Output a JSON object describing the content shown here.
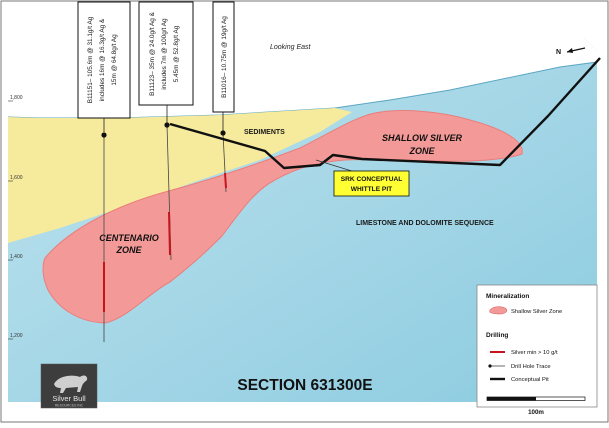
{
  "section_title": "SECTION 631300E",
  "looking_label": "Looking East",
  "north_label": "N",
  "elevations": [
    "1,800",
    "1,600",
    "1,400",
    "1,200"
  ],
  "units": {
    "sediments": "SEDIMENTS",
    "limestone": "LIMESTONE AND DOLOMITE SEQUENCE",
    "centenario_line1": "CENTENARIO",
    "centenario_line2": "ZONE",
    "shallow_line1": "SHALLOW SILVER",
    "shallow_line2": "ZONE"
  },
  "srk_callout": {
    "line1": "SRK CONCEPTUAL",
    "line2": "WHITTLE PIT"
  },
  "drillholes": [
    {
      "line1": "B11151– 105.6m @ 31.1g/t Ag",
      "line2": "includes 16m @ 16.3g/t Ag &",
      "line3": "15m @ 64.8g/t Ag"
    },
    {
      "line1": "B11123– 35m @ 24.0g/t Ag &",
      "line2": "includes 7m @ 100g/t Ag",
      "line3": "5.45m @ 52.8g/t Ag"
    },
    {
      "line1": "B11016– 10.75m @ 19g/t Ag",
      "line2": "",
      "line3": ""
    }
  ],
  "legend": {
    "mineralization_title": "Mineralization",
    "shallow_zone": "Shallow Silver Zone",
    "drilling_title": "Drilling",
    "silver_min": "Silver min > 10 g/t",
    "drill_trace": "Drill Hole Trace",
    "conceptual_pit": "Conceptual Pit"
  },
  "scale_label": "100m",
  "logo": {
    "line1": "Silver Bull",
    "line2": "RESOURCES INC"
  },
  "colors": {
    "limestone": "#a6d8e6",
    "sediments": "#f6ea9c",
    "mineralization": "#f39a98",
    "silver_interval": "#c4161c",
    "pit": "#111111",
    "callout": "#ffff33"
  }
}
